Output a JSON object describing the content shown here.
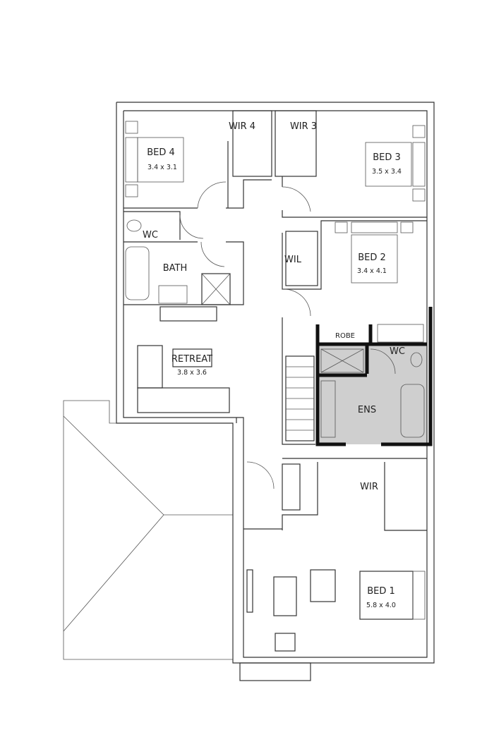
{
  "rooms": {
    "wir4": {
      "name": "WIR 4"
    },
    "wir3": {
      "name": "WIR 3"
    },
    "bed4": {
      "name": "BED 4",
      "size": "3.4 x 3.1"
    },
    "bed3": {
      "name": "BED 3",
      "size": "3.5 x 3.4"
    },
    "wc_upper": {
      "name": "WC"
    },
    "bath": {
      "name": "BATH"
    },
    "wil": {
      "name": "WIL"
    },
    "bed2": {
      "name": "BED 2",
      "size": "3.4 x 4.1"
    },
    "robe": {
      "name": "ROBE"
    },
    "wc_ens": {
      "name": "WC"
    },
    "retreat": {
      "name": "RETREAT",
      "size": "3.8 x 3.6"
    },
    "ens": {
      "name": "ENS"
    },
    "wir": {
      "name": "WIR"
    },
    "bed1": {
      "name": "BED 1",
      "size": "5.8 x 4.0"
    }
  },
  "colors": {
    "wall": "#333333",
    "ensuite_fill": "#cfcfcf",
    "heavy_wall": "#111111"
  }
}
